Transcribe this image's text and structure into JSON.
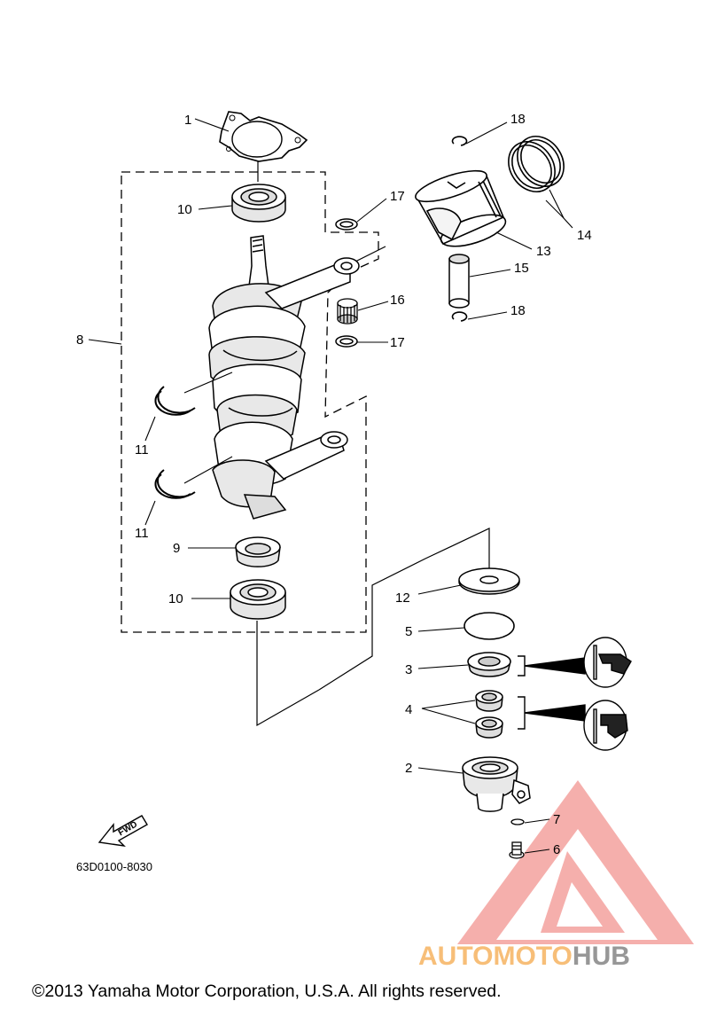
{
  "diagram": {
    "callouts": {
      "c1": "1",
      "c2": "2",
      "c3": "3",
      "c4": "4",
      "c5": "5",
      "c6": "6",
      "c7": "7",
      "c8": "8",
      "c9": "9",
      "c10a": "10",
      "c10b": "10",
      "c11a": "11",
      "c11b": "11",
      "c12": "12",
      "c13": "13",
      "c14": "14",
      "c15": "15",
      "c16": "16",
      "c17a": "17",
      "c17b": "17",
      "c18a": "18",
      "c18b": "18"
    },
    "fwd_label": "FWD",
    "part_code": "63D0100-8030"
  },
  "watermark": {
    "text_part1": "AUTOMOTO",
    "text_part2": "HUB",
    "color_accent": "#f0908c",
    "color_orange": "#f7b86a",
    "color_gray": "#8c8c8c"
  },
  "footer": {
    "copyright": "©2013 Yamaha Motor Corporation, U.S.A. All rights reserved."
  }
}
